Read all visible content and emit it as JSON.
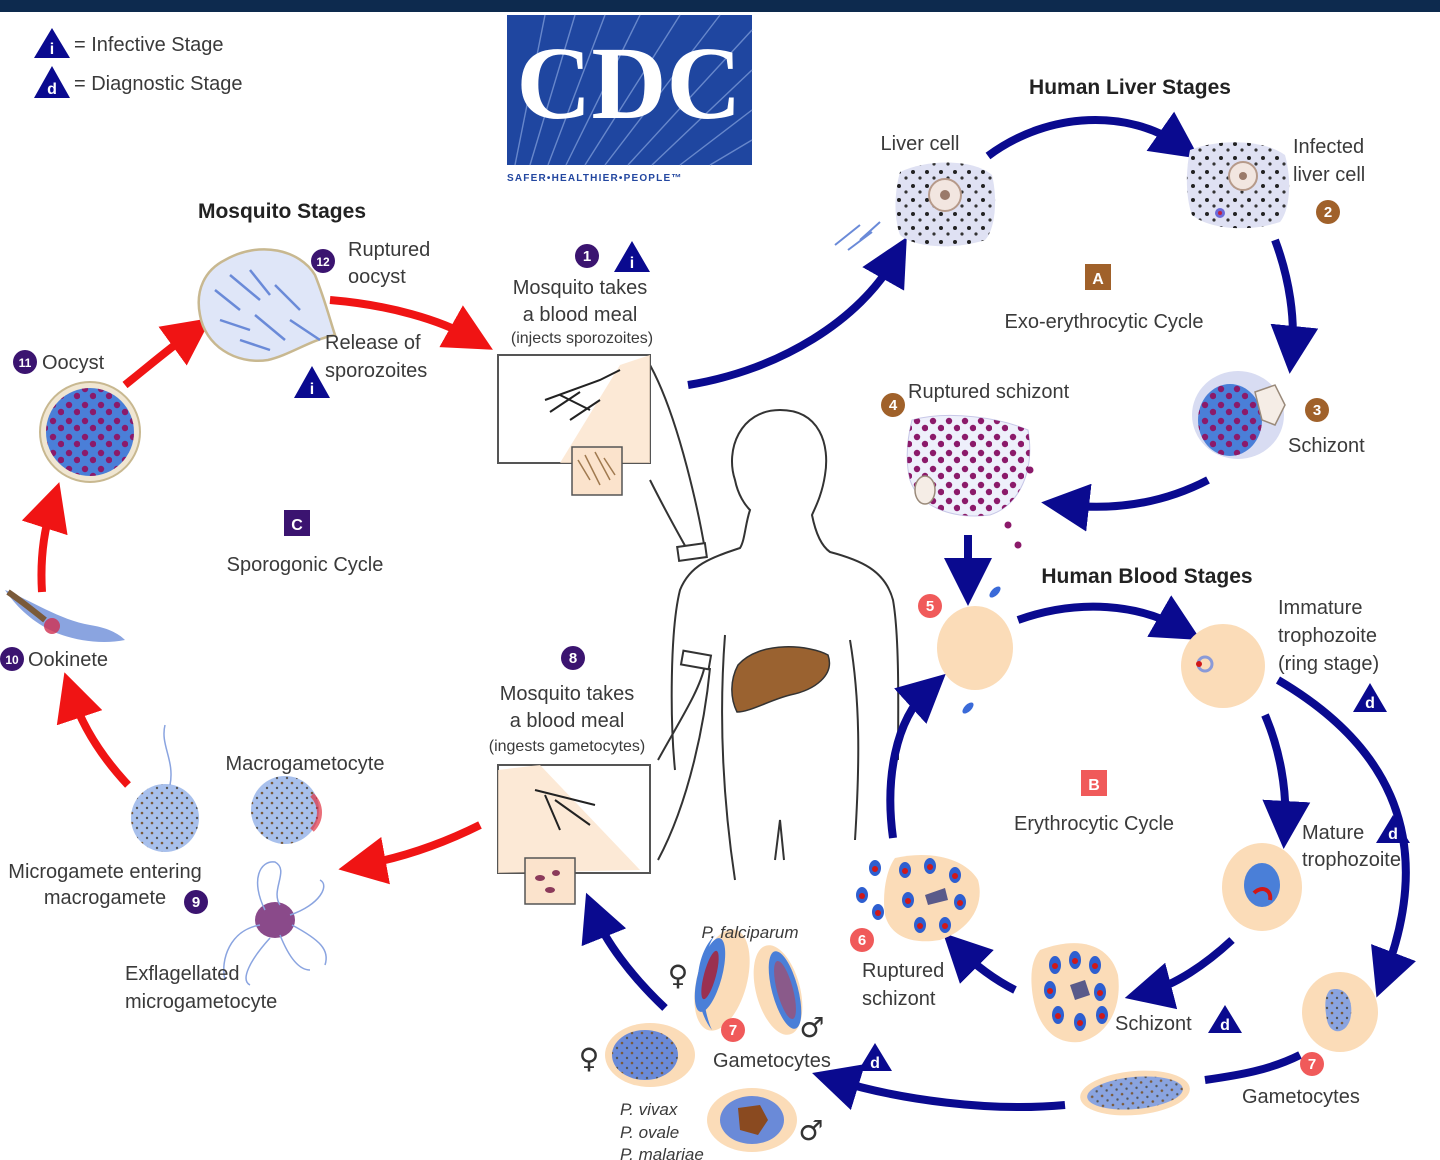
{
  "legend": {
    "infective": {
      "symbol": "i",
      "label": "= Infective Stage"
    },
    "diagnostic": {
      "symbol": "d",
      "label": "= Diagnostic Stage"
    }
  },
  "logo": {
    "text": "CDC",
    "tagline": "SAFER•HEALTHIER•PEOPLE™"
  },
  "sections": {
    "mosquito": "Mosquito Stages",
    "liver": "Human Liver Stages",
    "blood": "Human Blood Stages"
  },
  "cycles": {
    "A": {
      "letter": "A",
      "name": "Exo-erythrocytic Cycle",
      "color": "#a0612a"
    },
    "B": {
      "letter": "B",
      "name": "Erythrocytic Cycle",
      "color": "#f05a5a"
    },
    "C": {
      "letter": "C",
      "name": "Sporogonic Cycle",
      "color": "#3b1470"
    }
  },
  "colors": {
    "human_arrow": "#0a0a8f",
    "mosquito_arrow": "#f01414",
    "badge_mosquito": "#3b1470",
    "badge_liver": "#a0612a",
    "badge_blood": "#f05a5a",
    "triangle": "#0a0a8f"
  },
  "stages": {
    "s1": {
      "num": "1",
      "line1": "Mosquito takes",
      "line2": "a blood meal",
      "line3": "(injects sporozoites)"
    },
    "liver_cell": {
      "label": "Liver cell"
    },
    "s2": {
      "num": "2",
      "line1": "Infected",
      "line2": "liver cell"
    },
    "s3": {
      "num": "3",
      "label": "Schizont"
    },
    "s4": {
      "num": "4",
      "label": "Ruptured schizont"
    },
    "s5": {
      "num": "5"
    },
    "ring": {
      "line1": "Immature",
      "line2": "trophozoite",
      "line3": "(ring stage)"
    },
    "mature": {
      "line1": "Mature",
      "line2": "trophozoite"
    },
    "schizont_b": {
      "label": "Schizont"
    },
    "s6": {
      "num": "6",
      "line1": "Ruptured",
      "line2": "schizont"
    },
    "s7_right": {
      "num": "7",
      "label": "Gametocytes"
    },
    "s7_center": {
      "num": "7",
      "label": "Gametocytes",
      "falciparum": "P. falciparum",
      "species": [
        "P. vivax",
        "P. ovale",
        "P. malariae"
      ]
    },
    "s8": {
      "num": "8",
      "line1": "Mosquito takes",
      "line2": "a blood meal",
      "line3": "(ingests gametocytes)"
    },
    "s9": {
      "num": "9",
      "macro": "Macrogametocyte",
      "micro_line1": "Microgamete entering",
      "micro_line2": "macrogamete",
      "exfl_line1": "Exflagellated",
      "exfl_line2": "microgametocyte"
    },
    "s10": {
      "num": "10",
      "label": "Ookinete"
    },
    "s11": {
      "num": "11",
      "label": "Oocyst"
    },
    "s12": {
      "num": "12",
      "line1": "Ruptured",
      "line2": "oocyst",
      "release1": "Release of",
      "release2": "sporozoites"
    }
  },
  "symbols": {
    "female": "♀",
    "male": "♂"
  }
}
